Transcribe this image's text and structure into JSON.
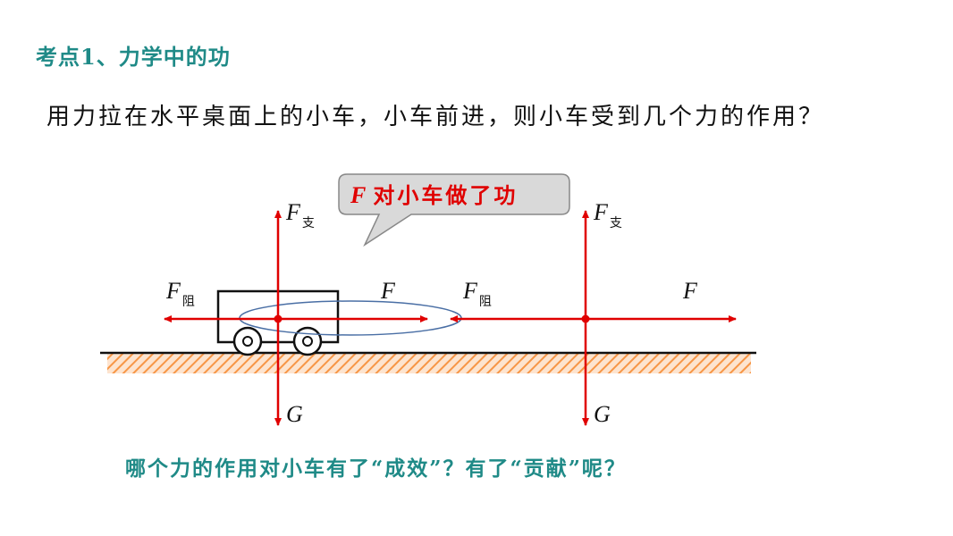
{
  "heading": "考点1、力学中的功",
  "question": "用力拉在水平桌面上的小车，小车前进，则小车受到几个力的作用？",
  "callout": {
    "force": "F",
    "text": "对小车做了功"
  },
  "labels": {
    "F": "F",
    "G": "G",
    "support_sub": "支",
    "resist_sub": "阻"
  },
  "bottom_question": "哪个力的作用对小车有了“成效”？有了“贡献”呢？",
  "colors": {
    "accent": "#1f8a87",
    "force_arrow": "#e00000",
    "ground_hatch": "#f79646"
  }
}
